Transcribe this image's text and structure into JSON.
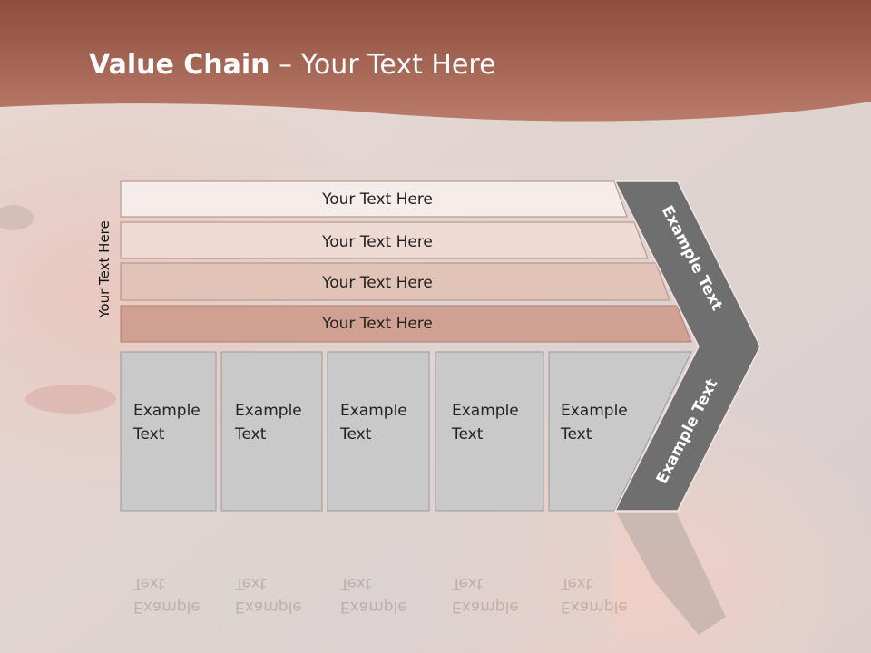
{
  "title": {
    "bold": "Value Chain",
    "rest": " – Your Text Here"
  },
  "side_label": "Your Text Here",
  "bars": [
    "Your Text Here",
    "Your Text Here",
    "Your Text Here",
    "Your Text Here"
  ],
  "boxes": [
    {
      "line1": "Example",
      "line2": "Text"
    },
    {
      "line1": "Example",
      "line2": "Text"
    },
    {
      "line1": "Example",
      "line2": "Text"
    },
    {
      "line1": "Example",
      "line2": "Text"
    },
    {
      "line1": "Example",
      "line2": "Text"
    }
  ],
  "chevron_top_label": "Example Text",
  "chevron_bottom_label": "Example Text",
  "colors": {
    "header": "#a3614f",
    "bar1": "#f6ecea",
    "bar2": "#eed9d3",
    "bar3": "#e2c3b8",
    "bar4": "#d0a193",
    "box": "#c9c9c9",
    "chevron": "#6f6f6f"
  }
}
